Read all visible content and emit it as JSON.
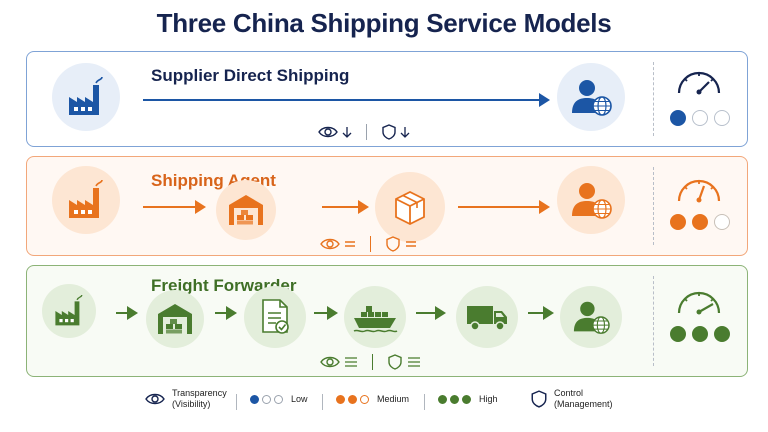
{
  "title": "Three China Shipping Service Models",
  "colors": {
    "blue": "#1c56a5",
    "orange": "#e8731e",
    "green": "#4a7c2f"
  },
  "models": [
    {
      "name": "Supplier Direct Shipping",
      "steps": [
        "factory-icon",
        "customer-globe-icon"
      ],
      "transparency": "low",
      "control": "low",
      "level": 1
    },
    {
      "name": "Shipping Agent",
      "steps": [
        "factory-icon",
        "warehouse-icon",
        "package-box-icon",
        "customer-globe-icon"
      ],
      "transparency": "medium",
      "control": "medium",
      "level": 2
    },
    {
      "name": "Freight Forwarder",
      "steps": [
        "factory-icon",
        "warehouse-icon",
        "document-check-icon",
        "cargo-ship-icon",
        "delivery-truck-icon",
        "customer-globe-icon"
      ],
      "transparency": "high",
      "control": "high",
      "level": 3
    }
  ],
  "legend": {
    "transparency": "Transparency",
    "transparency_sub": "(Visibility)",
    "low": "Low",
    "medium": "Medium",
    "high": "High",
    "control": "Control",
    "control_sub": "(Management)"
  }
}
